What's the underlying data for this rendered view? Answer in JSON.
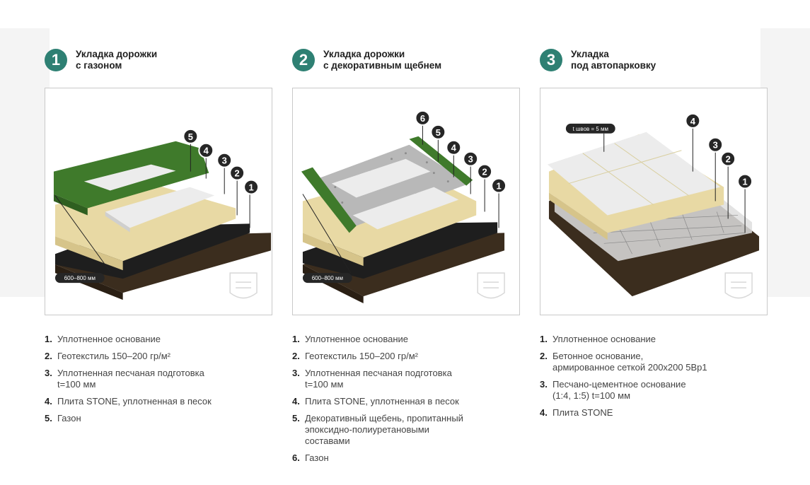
{
  "columns": [
    {
      "num": "1",
      "title": [
        "Укладка дорожки",
        "с газоном"
      ],
      "dimension": "600–800 мм",
      "legend": [
        {
          "n": "1.",
          "text": [
            "Уплотненное основание"
          ]
        },
        {
          "n": "2.",
          "text": [
            "Геотекстиль 150–200 гр/м²"
          ]
        },
        {
          "n": "3.",
          "text": [
            "Уплотненная песчаная подготовка",
            "t=100 мм"
          ]
        },
        {
          "n": "4.",
          "text": [
            "Плита STONE, уплотненная в песок"
          ]
        },
        {
          "n": "5.",
          "text": [
            "Газон"
          ]
        }
      ]
    },
    {
      "num": "2",
      "title": [
        "Укладка дорожки",
        "с декоративным щебнем"
      ],
      "dimension": "600–800 мм",
      "legend": [
        {
          "n": "1.",
          "text": [
            "Уплотненное основание"
          ]
        },
        {
          "n": "2.",
          "text": [
            "Геотекстиль 150–200 гр/м²"
          ]
        },
        {
          "n": "3.",
          "text": [
            "Уплотненная песчаная подготовка",
            "t=100 мм"
          ]
        },
        {
          "n": "4.",
          "text": [
            "Плита STONE, уплотненная в песок"
          ]
        },
        {
          "n": "5.",
          "text": [
            "Декоративный щебень, пропитанный",
            "эпоксидно-полиуретановыми",
            "составами"
          ]
        },
        {
          "n": "6.",
          "text": [
            "Газон"
          ]
        }
      ]
    },
    {
      "num": "3",
      "title": [
        "Укладка",
        "под автопарковку"
      ],
      "seam": "t швов = 5 мм",
      "legend": [
        {
          "n": "1.",
          "text": [
            "Уплотненное основание"
          ]
        },
        {
          "n": "2.",
          "text": [
            "Бетонное основание,",
            "армированное сеткой 200х200 5Вр1"
          ]
        },
        {
          "n": "3.",
          "text": [
            "Песчано-цементное основание",
            "(1:4, 1:5) t=100 мм"
          ]
        },
        {
          "n": "4.",
          "text": [
            "Плита STONE"
          ]
        }
      ]
    }
  ],
  "markers": {
    "d1": [
      "1",
      "2",
      "3",
      "4",
      "5"
    ],
    "d2": [
      "1",
      "2",
      "3",
      "4",
      "5",
      "6"
    ],
    "d3": [
      "1",
      "2",
      "3",
      "4"
    ]
  },
  "colors": {
    "accent": "#2e8073",
    "soil": "#3b2d1e",
    "geotextile": "#1e1e1e",
    "sand": "#e8d9a4",
    "tile": "#ececec",
    "grass": "#3f7a2b",
    "gravel": "#b8b8b8"
  }
}
